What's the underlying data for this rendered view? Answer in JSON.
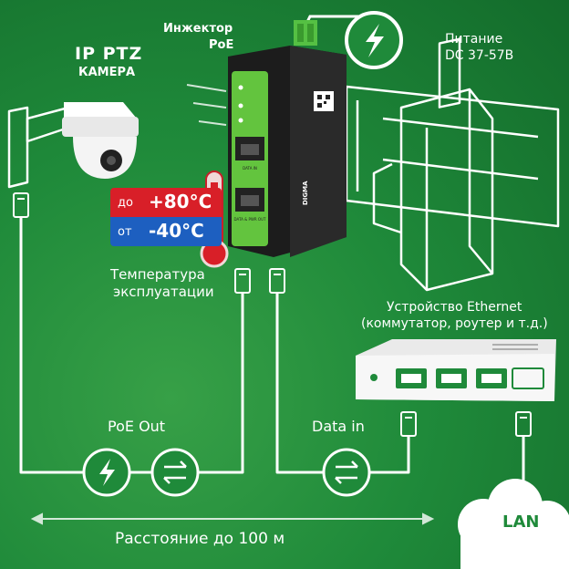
{
  "labels": {
    "camera_line1": "IP PTZ",
    "camera_line2": "КАМЕРА",
    "injector_line1": "Инжектор",
    "injector_line2": "PoE",
    "power_line1": "Питание",
    "power_line2": "DC 37-57В",
    "temp_line1": "Температура",
    "temp_line2": "эксплуатации",
    "ethernet_line1": "Устройство Ethernet",
    "ethernet_line2": "(коммутатор, роутер и т.д.)",
    "poe_out": "PoE Out",
    "data_in": "Data in",
    "distance": "Расстояние до 100 м",
    "lan": "LAN"
  },
  "temperature": {
    "max_prefix": "до",
    "max_value": "+80°C",
    "min_prefix": "от",
    "min_value": "-40°C"
  },
  "device": {
    "brand": "DIGMA",
    "port1_label": "DATA IN",
    "port2_label": "DATA & PWR OUT"
  },
  "colors": {
    "background": "#1f8a3a",
    "device_green": "#63c43e",
    "temp_high": "#d81f28",
    "temp_low": "#1d5fc0"
  }
}
